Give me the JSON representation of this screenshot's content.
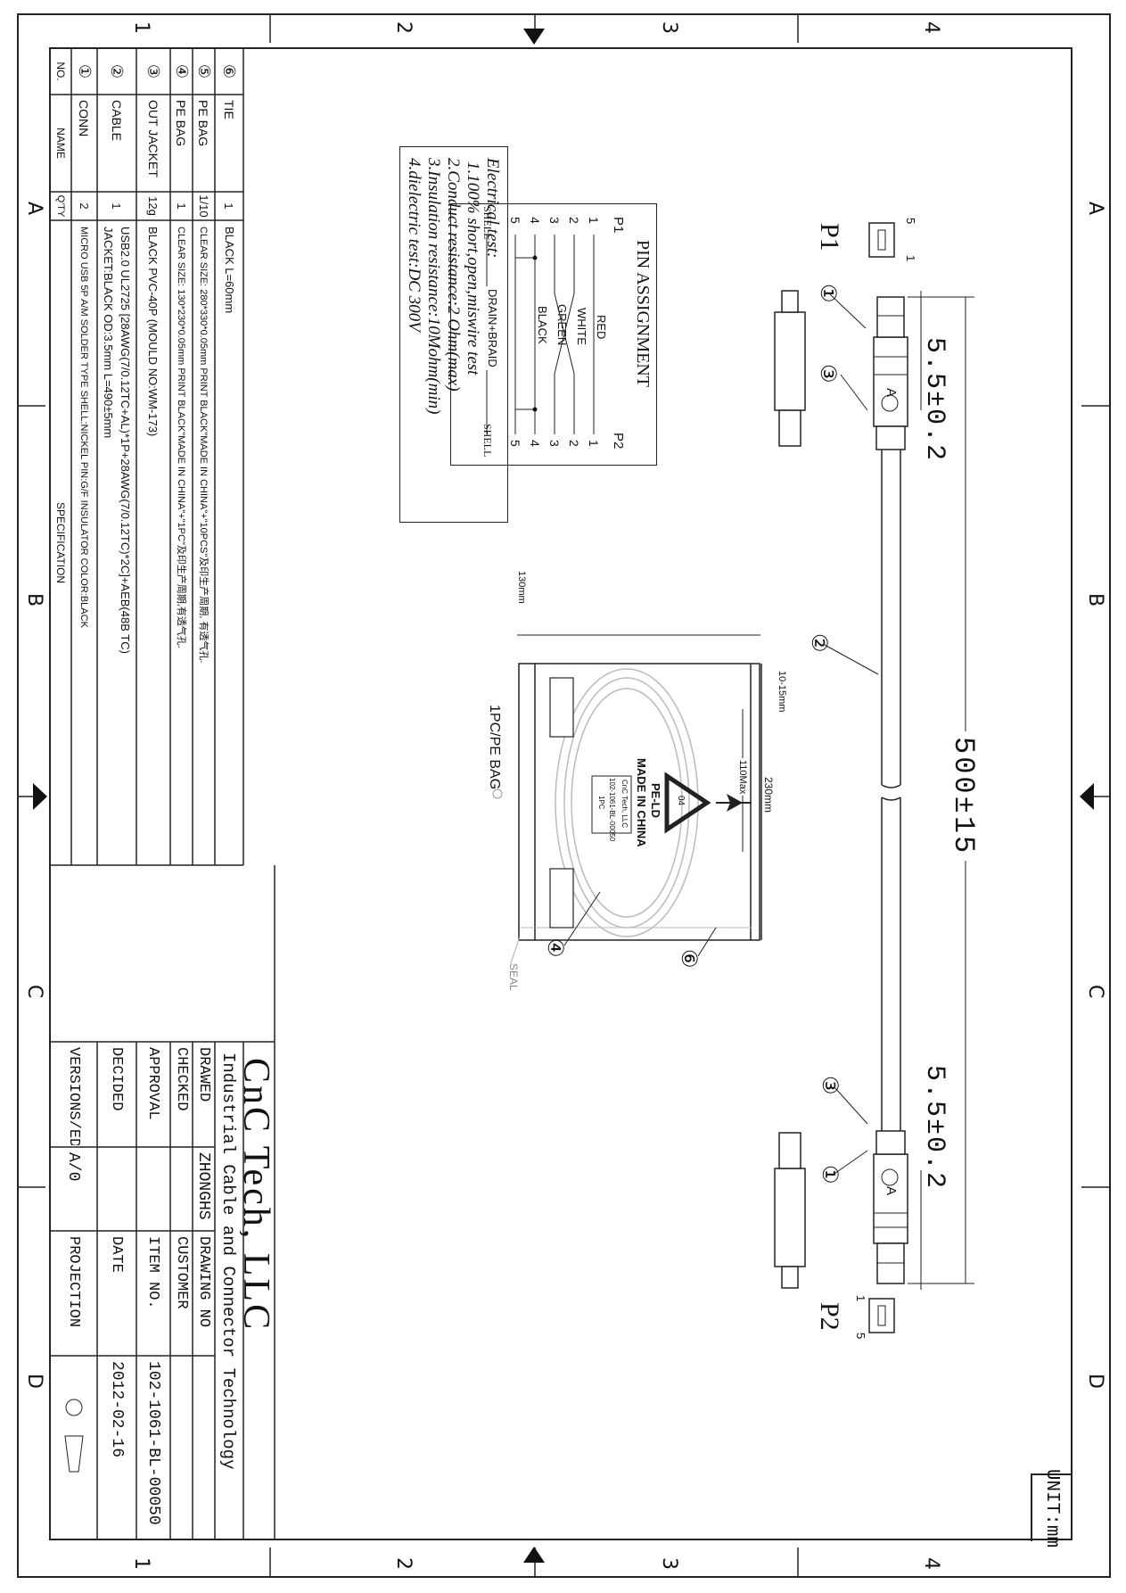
{
  "unit": "UNIT:mm",
  "zones": {
    "letters": [
      "A",
      "B",
      "C",
      "D"
    ],
    "numbers": [
      "4",
      "3",
      "2",
      "1"
    ]
  },
  "connectors": {
    "p1_label": "P1",
    "p2_label": "P2",
    "pin_first": "1",
    "pin_last": "5",
    "plug_letter": "A"
  },
  "dimensions": {
    "left_overmold": "5.5±0.2",
    "right_overmold": "5.5±0.2",
    "total_length": "500±15"
  },
  "callouts": [
    "①",
    "②",
    "③",
    "④",
    "⑥"
  ],
  "pin_assignment": {
    "title": "PIN ASSIGNMENT",
    "left_header": "P1",
    "right_header": "P2",
    "pins": [
      "1",
      "2",
      "3",
      "4",
      "5"
    ],
    "shell": "SHELL",
    "wires": [
      "RED",
      "WHITE",
      "GREEN",
      "BLACK"
    ],
    "drain": "DRAIN+BRAID"
  },
  "electrical_test": {
    "title": "Electrical test:",
    "lines": [
      "1.100% short,open,miswire test",
      "2.Conduct resistance:2 Ohm(max)",
      "3.Insulation resistance:10Mohm(min)",
      "4.dielectric test:DC 300V"
    ]
  },
  "bag": {
    "width_dim": "230mm",
    "seal_dim": "10-15mm",
    "height_dim": "130mm",
    "max_dim": "110Max",
    "seal_label": "SEAL",
    "caption": "1PC/PE BAG",
    "recycle_code": "04",
    "recycle_label": "PE-LD",
    "made_in": "MADE IN CHINA",
    "label_company": "CnC Tech, LLC",
    "label_item": "102-1061-BL-00050",
    "label_qty": "1PC"
  },
  "spec_table": {
    "headers": {
      "no": "NO.",
      "name": "NAME",
      "qty": "Q'TY",
      "spec": "SPECIFICATION"
    },
    "rows": [
      {
        "no": "⑥",
        "name": "TIE",
        "qty": "1",
        "spec": [
          "BLACK L=60mm"
        ]
      },
      {
        "no": "⑤",
        "name": "PE BAG",
        "qty": "1/10",
        "spec": [
          "CLEAR SIZE: 280*330*0.05mm PRINT BLACK\"MADE IN CHINA\"+\"10PCS\"及印生产周期, 有透气孔."
        ]
      },
      {
        "no": "④",
        "name": "PE BAG",
        "qty": "1",
        "spec": [
          "CLEAR SIZE: 130*230*0.05mm PRINT BLACK\"MADE IN CHINA\"+\"1PC\"及印生产周期,有透气孔."
        ]
      },
      {
        "no": "③",
        "name": "OUT JACKET",
        "qty": "12g",
        "spec": [
          "BLACK PVC-40P (MOULD NO:WM-173)"
        ]
      },
      {
        "no": "②",
        "name": "CABLE",
        "qty": "1",
        "spec": [
          "USB2.0 UL2725 [28AWG(7/0.12TC+AL)*1P+28AWG(7/0.12TC)*2C]+AEB(48B TC)",
          "JACKET:BLACK OD:3.5mm L=490±5mm"
        ]
      },
      {
        "no": "①",
        "name": "CONN",
        "qty": "2",
        "spec": [
          "MICRO USB 5P A/M SOLDER TYPE SHELL:NICKEL PIN:G/F INSULATOR COLOR:BLACK"
        ]
      }
    ]
  },
  "title_block": {
    "company": "CnC Tech, LLC",
    "tagline": "Industrial Cable and Connector Technology",
    "drawed_label": "DRAWED",
    "drawed_value": "ZHONGHS",
    "drawing_no_label": "DRAWING NO",
    "checked_label": "CHECKED",
    "customer_label": "CUSTOMER",
    "approval_label": "APPROVAL",
    "item_no_label": "ITEM NO.",
    "item_no_value": "102-1061-BL-00050",
    "decided_label": "DECIDED",
    "date_label": "DATE",
    "date_value": "2012-02-16",
    "version_label": "VERSIONS/EDITION",
    "version_value": "A/0",
    "projection_label": "PROJECTION"
  },
  "colors": {
    "ink": "#111111",
    "line": "#222222",
    "faint": "#bbbbbb"
  }
}
